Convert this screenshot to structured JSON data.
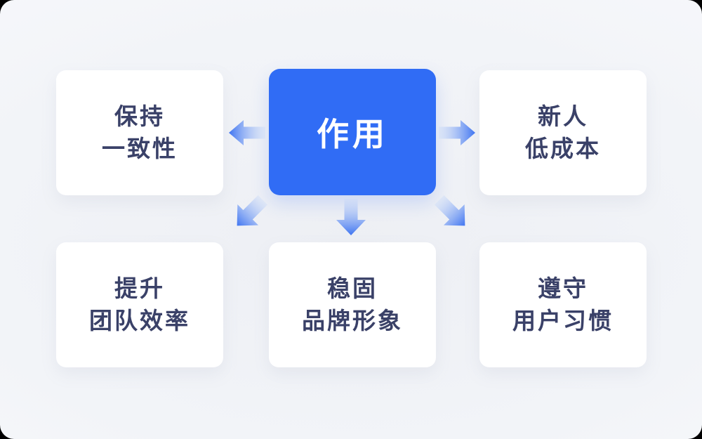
{
  "center_node": {
    "label": "作用"
  },
  "nodes": [
    {
      "id": "keep-consistency",
      "lines": [
        "保持",
        "一致性"
      ]
    },
    {
      "id": "newcomer-low-cost",
      "lines": [
        "新人",
        "低成本"
      ]
    },
    {
      "id": "improve-team-efficiency",
      "lines": [
        "提升",
        "团队效率"
      ]
    },
    {
      "id": "stable-brand-image",
      "lines": [
        "稳固",
        "品牌形象"
      ]
    },
    {
      "id": "follow-user-habits",
      "lines": [
        "遵守",
        "用户习惯"
      ]
    }
  ],
  "icons": [
    "arrow-left-icon",
    "arrow-right-icon",
    "arrow-down-left-icon",
    "arrow-down-icon",
    "arrow-down-right-icon"
  ],
  "colors": {
    "accent_blue": "#306cf5",
    "text_navy": "#3a4168",
    "card_bg": "#ffffff",
    "canvas_bg": "#f0f2f6",
    "arrow_solid": "#3e74f1",
    "arrow_fade": "#c9daf9"
  }
}
